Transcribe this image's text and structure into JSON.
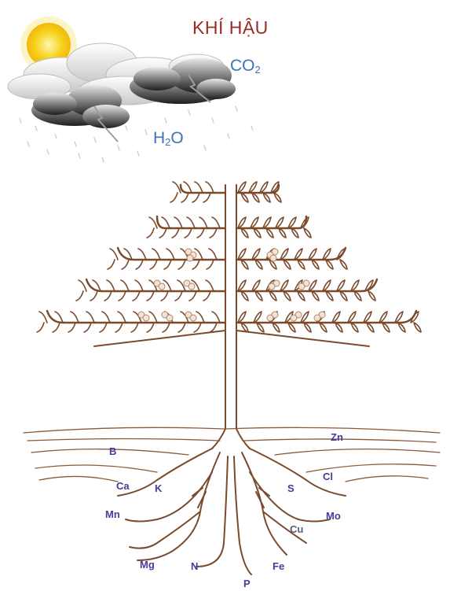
{
  "title": "KHÍ HẬU",
  "gases": {
    "co2": {
      "main": "CO",
      "sub": "2"
    },
    "h2o": {
      "pre": "H",
      "sub": "2",
      "post": "O"
    }
  },
  "nutrients": [
    {
      "label": "Zn"
    },
    {
      "label": "B"
    },
    {
      "label": "Ca"
    },
    {
      "label": "K"
    },
    {
      "label": "S"
    },
    {
      "label": "Cl"
    },
    {
      "label": "Mn"
    },
    {
      "label": "Mo"
    },
    {
      "label": "Cu"
    },
    {
      "label": "Mg"
    },
    {
      "label": "N"
    },
    {
      "label": "Fe"
    },
    {
      "label": "P"
    }
  ],
  "colors": {
    "title": "#9b2a25",
    "gas": "#3f73b3",
    "nutrient": "#4a3a9a",
    "tree": "#7a4a2c",
    "sun": "#f7d21c",
    "cloud_dark": "#3a3a3a"
  }
}
